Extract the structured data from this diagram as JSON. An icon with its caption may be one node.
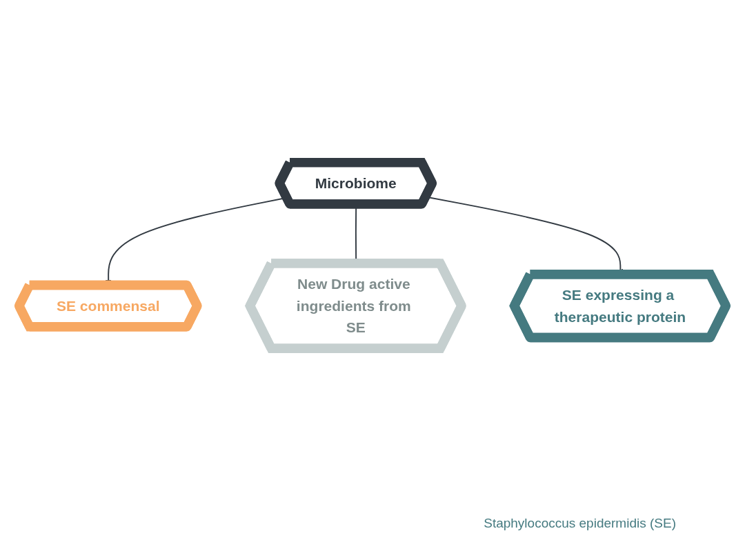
{
  "diagram": {
    "nodes": [
      {
        "text": [
          "SE commensal"
        ]
      },
      {
        "text": [
          "Microbiome"
        ]
      },
      {
        "text": [
          "New Drug active ingredients from SE"
        ]
      },
      {
        "text": [
          "SE expressing a therapeutic protein"
        ]
      }
    ],
    "edges": [
      {
        "from": 1,
        "to": 0,
        "arrow": "to"
      },
      {
        "from": 1,
        "to": 2,
        "arrow": "to"
      },
      {
        "from": 1,
        "to": 3,
        "arrow": "to"
      }
    ],
    "labels": [
      "Staphylococcus epidermidis (SE)"
    ]
  }
}
